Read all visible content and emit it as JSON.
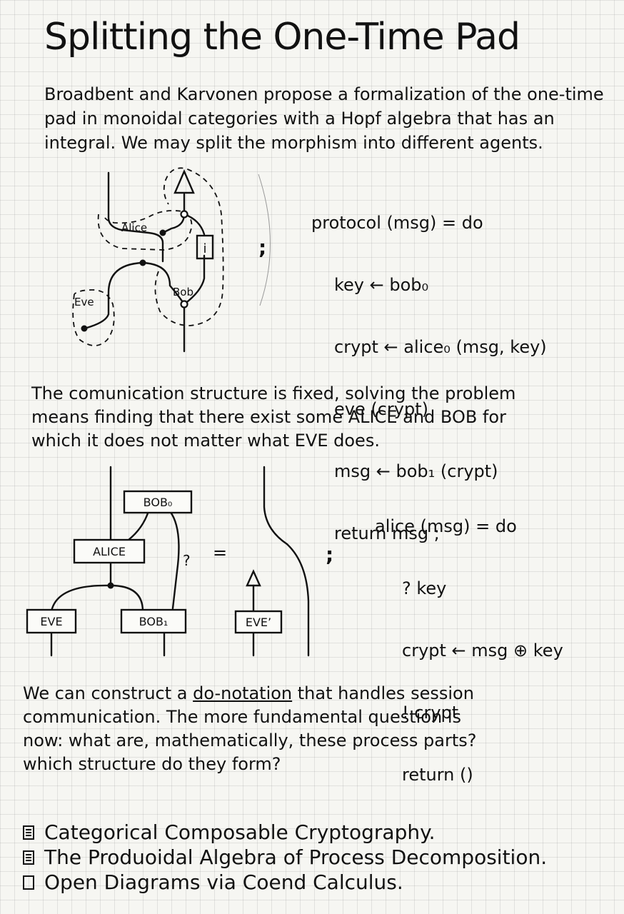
{
  "title": "Splitting the One-Time Pad",
  "intro": {
    "lines": [
      "Broadbent and Karvonen propose a formalization of the one-time",
      "pad in monoidal categories with a Hopf algebra that has an",
      "integral. We may split the morphism into different agents."
    ]
  },
  "diagram1": {
    "labels": {
      "alice": "Alice",
      "bob": "Bob",
      "eve": "Eve",
      "integral": "i"
    },
    "separator": ";"
  },
  "protocol": {
    "header": "protocol (msg) = do",
    "lines": [
      "key ← bob₀",
      "crypt ← alice₀ (msg, key)",
      "eve (crypt)",
      "msg ← bob₁ (crypt)",
      "return msg ;"
    ]
  },
  "middle": {
    "lines": [
      "The comunication structure is fixed, solving the problem",
      "means finding that there exist some ALICE and BOB for",
      "which it does not matter what EVE does."
    ]
  },
  "diagram2": {
    "boxes": {
      "bob0": "BOB₀",
      "alice": "ALICE",
      "eve": "EVE",
      "bob1": "BOB₁",
      "eve_prime": "EVE’"
    },
    "question": "?",
    "equals": "=",
    "separator": ";"
  },
  "alice_code": {
    "header": "alice (msg) = do",
    "lines": [
      "? key",
      "crypt ← msg ⊕ key",
      "! crypt",
      "return ()"
    ]
  },
  "closing": {
    "line1_pre": "We can construct a ",
    "line1_link": "do-notation",
    "line1_post": " that handles session",
    "line2": "communication. The more fundamental question is",
    "line3": "now: what are, mathematically, these process parts?",
    "line4": "which structure do they form?"
  },
  "references": [
    {
      "label": "Categorical Composable Cryptography.",
      "icon": "document-icon"
    },
    {
      "label": "The Produoidal Algebra of Process Decomposition.",
      "icon": "document-icon"
    },
    {
      "label": "Open Diagrams via Coend Calculus.",
      "icon": "empty-box-icon"
    }
  ]
}
